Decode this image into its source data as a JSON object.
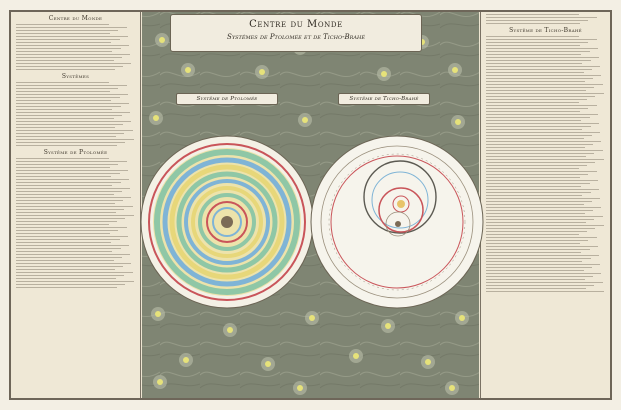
{
  "title": {
    "main": "Centre du Monde",
    "subtitle": "Systêmes de Ptolomée et de Ticho-Brahé"
  },
  "left_column": {
    "headings": [
      "Centre du Monde",
      "Systêmes",
      "Systême de Ptolomée"
    ]
  },
  "right_column": {
    "headings": [
      "Systême de Ticho-Brahé"
    ]
  },
  "ribbons": {
    "ptolemy": "Systême de Ptolomée",
    "tycho": "Systême de Ticho-Brahé"
  },
  "colors": {
    "paper": "#eee6d2",
    "sky": "#7f8573",
    "ring_red": "#c9555a",
    "ring_yellow": "#e7d77a",
    "ring_green": "#8fc7a6",
    "ring_blue": "#7fb4d6"
  },
  "icons": [
    "star-icon",
    "earth-icon",
    "sun-icon"
  ]
}
